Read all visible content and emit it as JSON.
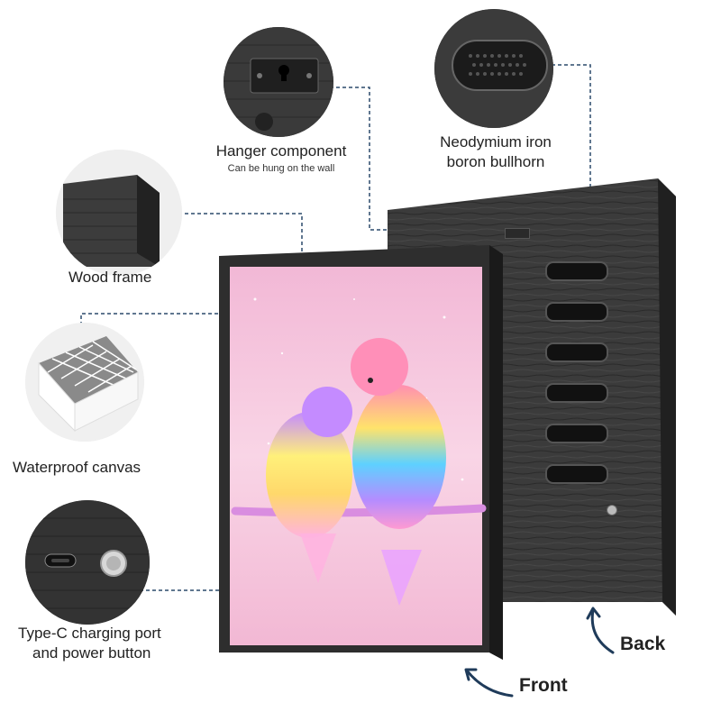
{
  "callouts": {
    "hanger": {
      "title": "Hanger component",
      "subtitle": "Can be hung on the wall"
    },
    "speaker": {
      "line1": "Neodymium iron",
      "line2": "boron bullhorn"
    },
    "wood": {
      "title": "Wood frame"
    },
    "canvas": {
      "title": "Waterproof canvas"
    },
    "port": {
      "line1": "Type-C charging port",
      "line2": "and power button"
    }
  },
  "views": {
    "back": "Back",
    "front": "Front"
  },
  "icons": [
    "hanger-icon",
    "speaker-grille-icon",
    "wood-corner-icon",
    "canvas-corner-icon",
    "usb-c-port-icon",
    "power-button-icon",
    "curved-arrow-icon"
  ],
  "colors": {
    "frame": "#2e2e2e",
    "wood": "#3a3a3a",
    "canvas_bg": "#f6c4dc",
    "leader_line": "#2b4a6b"
  }
}
